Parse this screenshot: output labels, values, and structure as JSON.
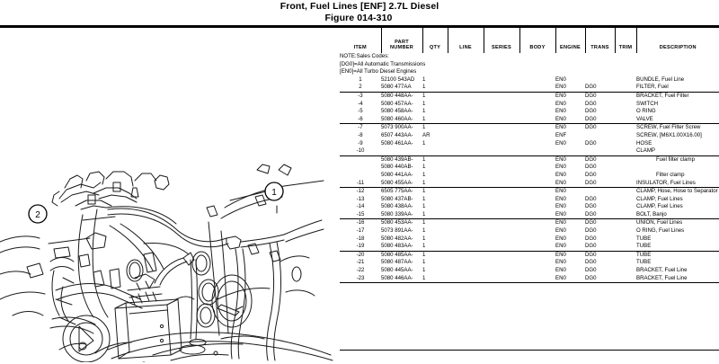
{
  "document": {
    "title_line1": "Front, Fuel Lines [ENF] 2.7L Diesel",
    "title_line2": "Figure 014-310"
  },
  "diagram": {
    "name": "fuel-lines-exploded-illustration",
    "callouts": [
      {
        "label": "1"
      },
      {
        "label": "2"
      }
    ]
  },
  "table": {
    "columns": [
      {
        "key": "item",
        "label": "ITEM"
      },
      {
        "key": "part",
        "label_line1": "PART",
        "label_line2": "NUMBER"
      },
      {
        "key": "qty",
        "label": "QTY"
      },
      {
        "key": "line",
        "label": "LINE"
      },
      {
        "key": "series",
        "label": "SERIES"
      },
      {
        "key": "body",
        "label": "BODY"
      },
      {
        "key": "engine",
        "label": "ENGINE"
      },
      {
        "key": "trans",
        "label": "TRANS"
      },
      {
        "key": "trim",
        "label": "TRIM"
      },
      {
        "key": "desc",
        "label": "DESCRIPTION"
      }
    ],
    "notes": [
      "NOTE:Sales Codes:",
      "[DG0]=All Automatic Transmissions",
      "[EN0]=All Turbo Diesel Engines"
    ],
    "rows": [
      {
        "item": "1",
        "part": "52100 543AD",
        "qty": "1",
        "line": "",
        "series": "",
        "body": "",
        "engine": "EN0",
        "trans": "",
        "trim": "",
        "desc": "BUNDLE, Fuel Line",
        "indent": false
      },
      {
        "item": "2",
        "part": "5080 477AA",
        "qty": "1",
        "line": "",
        "series": "",
        "body": "",
        "engine": "EN0",
        "trans": "DG0",
        "trim": "",
        "desc": "FILTER, Fuel",
        "indent": false,
        "sep": true
      },
      {
        "item": "-3",
        "part": "5080 448AA-",
        "qty": "1",
        "line": "",
        "series": "",
        "body": "",
        "engine": "EN0",
        "trans": "DG0",
        "trim": "",
        "desc": "BRACKET, Fuel Filter",
        "indent": false
      },
      {
        "item": "-4",
        "part": "5080 457AA-",
        "qty": "1",
        "line": "",
        "series": "",
        "body": "",
        "engine": "EN0",
        "trans": "DG0",
        "trim": "",
        "desc": "SWITCH",
        "indent": false
      },
      {
        "item": "-5",
        "part": "5080 458AA-",
        "qty": "1",
        "line": "",
        "series": "",
        "body": "",
        "engine": "EN0",
        "trans": "DG0",
        "trim": "",
        "desc": "O RING",
        "indent": false
      },
      {
        "item": "-6",
        "part": "5080 460AA-",
        "qty": "1",
        "line": "",
        "series": "",
        "body": "",
        "engine": "EN0",
        "trans": "DG0",
        "trim": "",
        "desc": "VALVE",
        "indent": false,
        "sep": true
      },
      {
        "item": "-7",
        "part": "5073 900AA-",
        "qty": "1",
        "line": "",
        "series": "",
        "body": "",
        "engine": "EN0",
        "trans": "DG0",
        "trim": "",
        "desc": "SCREW, Fuel Filter Screw",
        "indent": false
      },
      {
        "item": "-8",
        "part": "6507 443AA-",
        "qty": "AR",
        "line": "",
        "series": "",
        "body": "",
        "engine": "ENF",
        "trans": "",
        "trim": "",
        "desc": "SCREW, [M6X1.00X16.00]",
        "indent": false
      },
      {
        "item": "-9",
        "part": "5080 461AA-",
        "qty": "1",
        "line": "",
        "series": "",
        "body": "",
        "engine": "EN0",
        "trans": "DG0",
        "trim": "",
        "desc": "HOSE",
        "indent": false
      },
      {
        "item": "-10",
        "part": "",
        "qty": "",
        "line": "",
        "series": "",
        "body": "",
        "engine": "",
        "trans": "",
        "trim": "",
        "desc": "CLAMP",
        "indent": false,
        "sep": true
      },
      {
        "item": "",
        "part": "5080 439AB-",
        "qty": "1",
        "line": "",
        "series": "",
        "body": "",
        "engine": "EN0",
        "trans": "DG0",
        "trim": "",
        "desc": "Fuel filter clamp",
        "indent": true
      },
      {
        "item": "",
        "part": "5080 440AB-",
        "qty": "1",
        "line": "",
        "series": "",
        "body": "",
        "engine": "EN0",
        "trans": "DG0",
        "trim": "",
        "desc": "",
        "indent": true
      },
      {
        "item": "",
        "part": "5080 441AA-",
        "qty": "1",
        "line": "",
        "series": "",
        "body": "",
        "engine": "EN0",
        "trans": "DG0",
        "trim": "",
        "desc": "Filter clamp",
        "indent": true
      },
      {
        "item": "-11",
        "part": "5080 455AA-",
        "qty": "1",
        "line": "",
        "series": "",
        "body": "",
        "engine": "EN0",
        "trans": "DG0",
        "trim": "",
        "desc": "INSULATOR, Fuel Lines",
        "indent": false,
        "sep": true
      },
      {
        "item": "-12",
        "part": "6505 775AA-",
        "qty": "1",
        "line": "",
        "series": "",
        "body": "",
        "engine": "EN0",
        "trans": "",
        "trim": "",
        "desc": "CLAMP, Hose, Hose to Separator",
        "indent": false
      },
      {
        "item": "-13",
        "part": "5080 437AB-",
        "qty": "1",
        "line": "",
        "series": "",
        "body": "",
        "engine": "EN0",
        "trans": "DG0",
        "trim": "",
        "desc": "CLAMP, Fuel Lines",
        "indent": false
      },
      {
        "item": "-14",
        "part": "5080 438AA-",
        "qty": "1",
        "line": "",
        "series": "",
        "body": "",
        "engine": "EN0",
        "trans": "DG0",
        "trim": "",
        "desc": "CLAMP, Fuel Lines",
        "indent": false
      },
      {
        "item": "-15",
        "part": "5080 339AA-",
        "qty": "1",
        "line": "",
        "series": "",
        "body": "",
        "engine": "EN0",
        "trans": "DG0",
        "trim": "",
        "desc": "BOLT, Banjo",
        "indent": false,
        "sep": true
      },
      {
        "item": "-16",
        "part": "5080 453AA-",
        "qty": "1",
        "line": "",
        "series": "",
        "body": "",
        "engine": "EN0",
        "trans": "DG0",
        "trim": "",
        "desc": "UNION, Fuel Lines",
        "indent": false
      },
      {
        "item": "-17",
        "part": "5073 891AA-",
        "qty": "1",
        "line": "",
        "series": "",
        "body": "",
        "engine": "EN0",
        "trans": "DG0",
        "trim": "",
        "desc": "O RING, Fuel Lines",
        "indent": false
      },
      {
        "item": "-18",
        "part": "5080 482AA-",
        "qty": "1",
        "line": "",
        "series": "",
        "body": "",
        "engine": "EN0",
        "trans": "DG0",
        "trim": "",
        "desc": "TUBE",
        "indent": false
      },
      {
        "item": "-19",
        "part": "5080 483AA-",
        "qty": "1",
        "line": "",
        "series": "",
        "body": "",
        "engine": "EN0",
        "trans": "DG0",
        "trim": "",
        "desc": "TUBE",
        "indent": false,
        "sep": true
      },
      {
        "item": "-20",
        "part": "5080 485AA-",
        "qty": "1",
        "line": "",
        "series": "",
        "body": "",
        "engine": "EN0",
        "trans": "DG0",
        "trim": "",
        "desc": "TUBE",
        "indent": false
      },
      {
        "item": "-21",
        "part": "5080 487AA-",
        "qty": "1",
        "line": "",
        "series": "",
        "body": "",
        "engine": "EN0",
        "trans": "DG0",
        "trim": "",
        "desc": "TUBE",
        "indent": false
      },
      {
        "item": "-22",
        "part": "5080 445AA-",
        "qty": "1",
        "line": "",
        "series": "",
        "body": "",
        "engine": "EN0",
        "trans": "DG0",
        "trim": "",
        "desc": "BRACKET, Fuel Line",
        "indent": false
      },
      {
        "item": "-23",
        "part": "5080 446AA-",
        "qty": "1",
        "line": "",
        "series": "",
        "body": "",
        "engine": "EN0",
        "trans": "DG0",
        "trim": "",
        "desc": "BRACKET, Fuel Line",
        "indent": false,
        "sep": true
      }
    ]
  }
}
